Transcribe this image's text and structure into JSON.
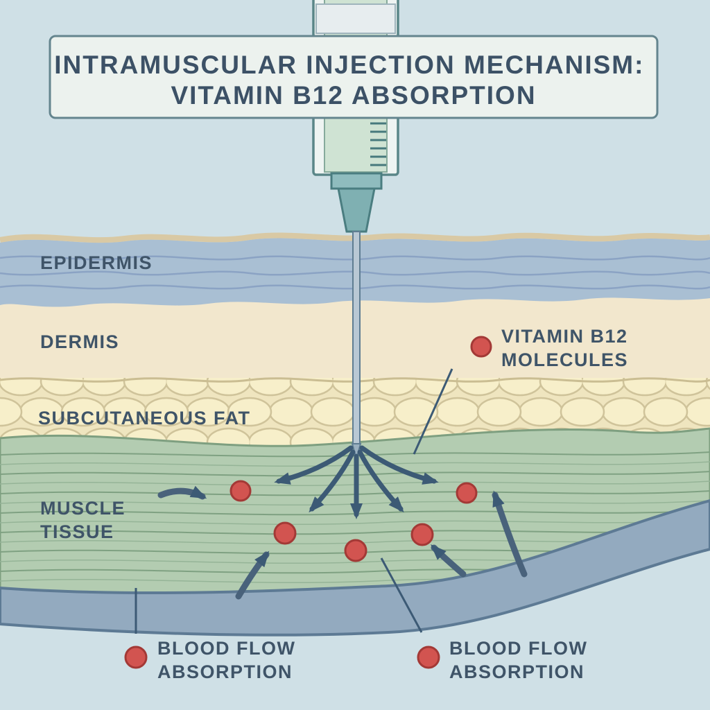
{
  "title": {
    "line1": "INTRAMUSCULAR INJECTION MECHANISM:",
    "line2": "VITAMIN B12 ABSORPTION"
  },
  "layers": {
    "epidermis": "EPIDERMIS",
    "dermis": "DERMIS",
    "subcutaneous_fat": "SUBCUTANEOUS FAT",
    "muscle": {
      "line1": "MUSCLE",
      "line2": "TISSUE"
    }
  },
  "annotations": {
    "b12": {
      "line1": "VITAMIN B12",
      "line2": "MOLECULES"
    },
    "blood_left": {
      "line1": "BLOOD FLOW",
      "line2": "ABSORPTION"
    },
    "blood_right": {
      "line1": "BLOOD FLOW",
      "line2": "ABSORPTION"
    }
  },
  "colors": {
    "background": "#cfe0e6",
    "title_box": "#ecf2ee",
    "epidermis": "#a9bfd3",
    "skin_surface": "#d9c9a4",
    "dermis": "#f2e7cd",
    "fat_base": "#efe5bf",
    "fat_lobule": "#f7efca",
    "muscle": "#b3ccb1",
    "vessel": "#93aabf",
    "molecule": "#d25450",
    "arrow": "#3c5a75",
    "text": "#3f5468",
    "syringe_liquid": "#cfe3d3",
    "syringe_body": "#eef4f2",
    "hub": "#7fb0b2",
    "needle": "#b9c8d4"
  }
}
